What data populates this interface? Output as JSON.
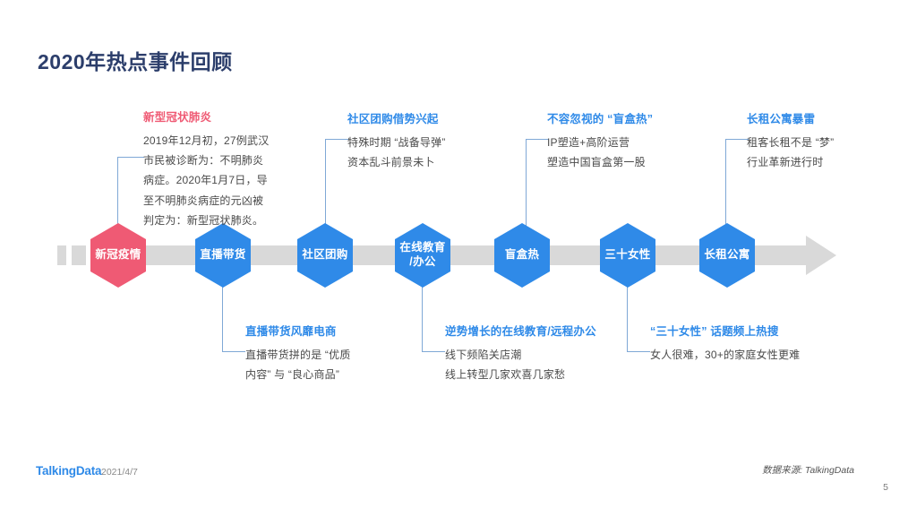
{
  "page": {
    "title": "2020年热点事件回顾",
    "number": "5",
    "accent_blue": "#2f8ae8",
    "accent_red": "#ef5a74",
    "title_color": "#2c3e6b",
    "bar_color": "#d9d9d9"
  },
  "footer": {
    "logo": "TalkingData",
    "date": "2021/4/7",
    "source": "数据来源: TalkingData"
  },
  "timeline": {
    "nodes": [
      {
        "label_line1": "新冠疫情",
        "label_line2": "",
        "color": "red"
      },
      {
        "label_line1": "直播带货",
        "label_line2": "",
        "color": "blue"
      },
      {
        "label_line1": "社区团购",
        "label_line2": "",
        "color": "blue"
      },
      {
        "label_line1": "在线教育",
        "label_line2": "/办公",
        "color": "blue"
      },
      {
        "label_line1": "盲盒热",
        "label_line2": "",
        "color": "blue"
      },
      {
        "label_line1": "三十女性",
        "label_line2": "",
        "color": "blue"
      },
      {
        "label_line1": "长租公寓",
        "label_line2": "",
        "color": "blue"
      }
    ]
  },
  "callouts": {
    "above": [
      {
        "title": "新型冠状肺炎",
        "accent": "red",
        "lines": [
          "2019年12月初，27例武汉",
          "市民被诊断为：不明肺炎",
          "病症。2020年1月7日，导",
          "至不明肺炎病症的元凶被",
          "判定为：新型冠状肺炎。"
        ]
      },
      {
        "title": "社区团购借势兴起",
        "accent": "blue",
        "lines": [
          "特殊时期 “战备导弹”",
          "资本乱斗前景未卜"
        ]
      },
      {
        "title": "不容忽视的 “盲盒热”",
        "accent": "blue",
        "lines": [
          "IP塑造+高阶运营",
          "塑造中国盲盒第一股"
        ]
      },
      {
        "title": "长租公寓暴雷",
        "accent": "blue",
        "lines": [
          "租客长租不是 “梦”",
          "行业革新进行时"
        ]
      }
    ],
    "below": [
      {
        "title": "直播带货风靡电商",
        "accent": "blue",
        "lines": [
          "直播带货拼的是 “优质",
          "内容” 与 “良心商品”"
        ]
      },
      {
        "title": "逆势增长的在线教育/远程办公",
        "accent": "blue",
        "lines": [
          "线下频陷关店潮",
          "线上转型几家欢喜几家愁"
        ]
      },
      {
        "title": "“三十女性” 话题频上热搜",
        "accent": "blue",
        "lines": [
          "女人很难，30+的家庭女性更难"
        ]
      }
    ]
  }
}
